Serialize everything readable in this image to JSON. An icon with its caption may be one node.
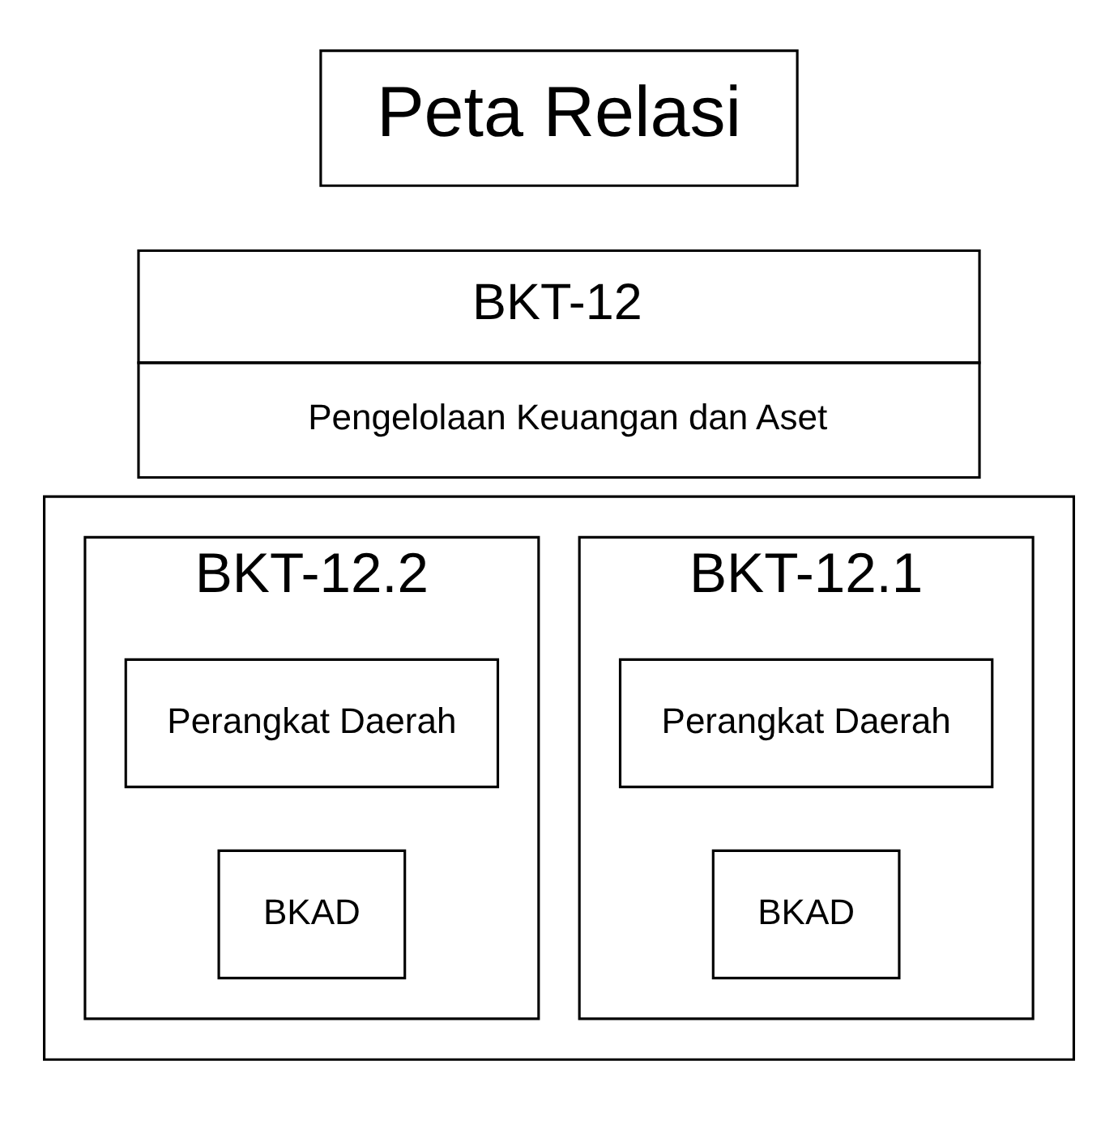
{
  "diagram": {
    "nodes": [
      {
        "text": [
          "Peta Relasi"
        ]
      },
      {
        "text": [
          "BKT-12",
          "Pengelolaan Keuangan dan Aset"
        ]
      },
      {
        "text": [],
        "shape": "box"
      },
      {
        "text": [
          "BKT-12.1"
        ],
        "in": 2
      },
      {
        "text": [
          "Perangkat Daerah"
        ],
        "in": 3
      },
      {
        "text": [
          "BKAD"
        ],
        "in": 3
      },
      {
        "text": [
          "BKT-12.2"
        ],
        "in": 2
      },
      {
        "text": [
          "Perangkat Daerah"
        ],
        "in": 6
      },
      {
        "text": [
          "BKAD"
        ],
        "in": 6
      }
    ],
    "edges": []
  }
}
